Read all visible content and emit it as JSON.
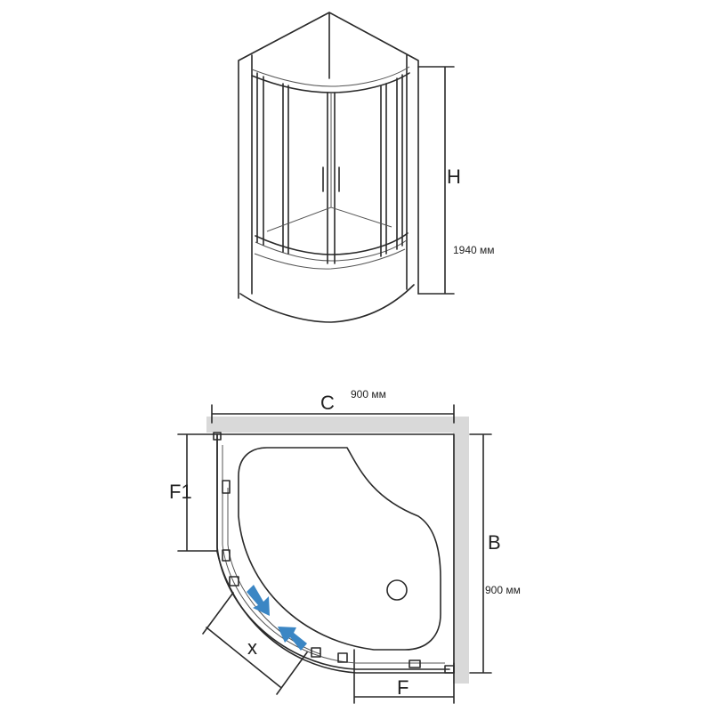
{
  "front_view": {
    "height_letter": "H",
    "height_value": "1940 мм"
  },
  "top_view": {
    "width_letter": "C",
    "width_value": "900 мм",
    "depth_letter": "B",
    "depth_value": "900 мм",
    "door_side_letter": "F1",
    "door_bottom_letter": "F",
    "entry_letter": "x"
  },
  "colors": {
    "arrow": "#3b86c4",
    "wall": "#d9d9d9",
    "line": "#2a2a2a"
  }
}
